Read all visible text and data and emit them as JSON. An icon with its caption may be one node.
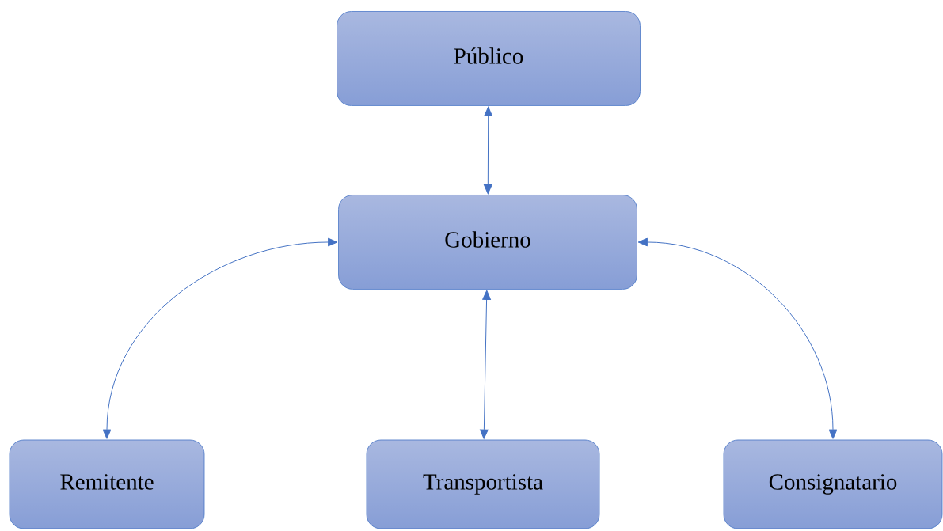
{
  "diagram": {
    "nodes": [
      {
        "text": [
          "Público"
        ]
      },
      {
        "text": [
          "Gobierno"
        ]
      },
      {
        "text": [
          "Remitente"
        ]
      },
      {
        "text": [
          "Transportista"
        ]
      },
      {
        "text": [
          "Consignatario"
        ]
      }
    ],
    "edges": [
      {
        "from": 0,
        "to": 1,
        "arrow": "both"
      },
      {
        "from": 1,
        "to": 3,
        "arrow": "both"
      },
      {
        "from": 2,
        "to": 1,
        "arrow": "both"
      },
      {
        "from": 4,
        "to": 1,
        "arrow": "both"
      }
    ]
  }
}
